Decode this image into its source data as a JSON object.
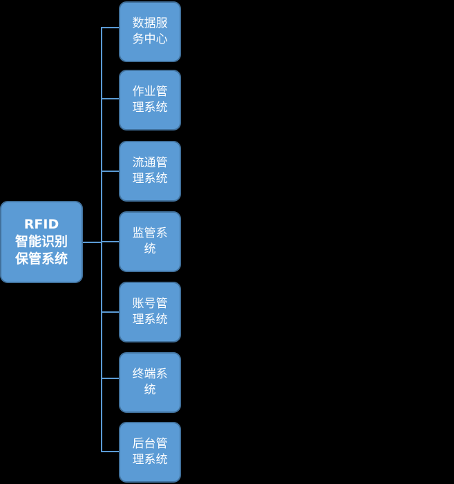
{
  "diagram": {
    "root": {
      "lines": [
        "RFID",
        "智能识别",
        "保管系统"
      ]
    },
    "children": [
      {
        "label": "数据服务中心"
      },
      {
        "label": "作业管理系统"
      },
      {
        "label": "流通管理系统"
      },
      {
        "label": "监管系统"
      },
      {
        "label": "账号管理系统"
      },
      {
        "label": "终端系统"
      },
      {
        "label": "后台管理系统"
      }
    ]
  },
  "colors": {
    "background": "#000000",
    "box_fill": "#5b9bd5",
    "box_border": "#41719c",
    "connector": "#5b9bd5",
    "text": "#ffffff"
  }
}
